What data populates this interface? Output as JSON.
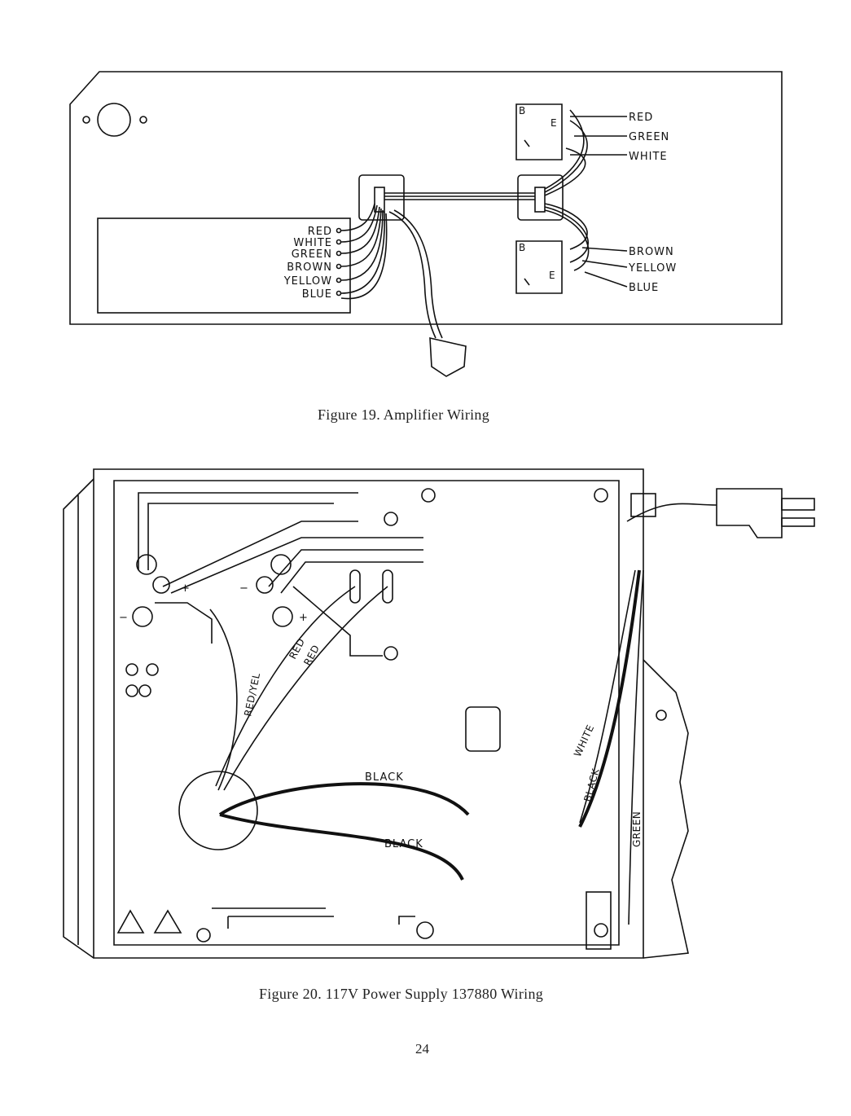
{
  "figure19": {
    "caption": "Figure 19.   Amplifier Wiring",
    "terminal_labels": [
      "RED",
      "WHITE",
      "GREEN",
      "BROWN",
      "YELLOW",
      "BLUE"
    ],
    "upper_callouts": [
      "RED",
      "GREEN",
      "WHITE"
    ],
    "lower_callouts": [
      "BROWN",
      "YELLOW",
      "BLUE"
    ],
    "transistor_pins": {
      "b": "B",
      "e": "E"
    }
  },
  "figure20": {
    "caption": "Figure 20.   117V Power Supply 137880 Wiring",
    "wire_labels": {
      "red_yel": "RED/YEL",
      "red1": "RED",
      "red2": "RED",
      "black1": "BLACK",
      "black2": "BLACK",
      "white": "WHITE",
      "black3": "BLACK",
      "green": "GREEN"
    },
    "polarity": {
      "plus": "+",
      "minus": "−"
    }
  },
  "page_number": "24"
}
